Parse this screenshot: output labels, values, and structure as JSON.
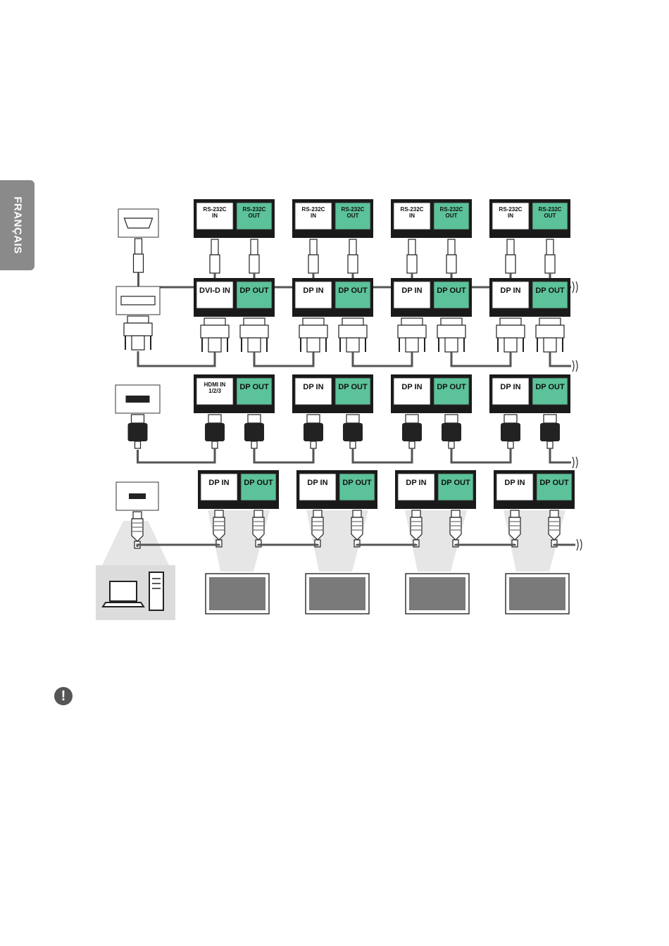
{
  "sidebar": {
    "language_tab": "FRANÇAIS"
  },
  "note": {
    "icon": "exclamation-icon"
  },
  "diagram": {
    "rows": [
      {
        "source_icon": "rs232c-serial-port-icon",
        "first_port": {
          "line1": "RS-232C",
          "line2": "IN"
        },
        "out_port": {
          "line1": "RS-232C",
          "line2": "OUT"
        },
        "in_port": {
          "line1": "RS-232C",
          "line2": "IN"
        }
      },
      {
        "source_icon": "dvi-port-icon",
        "first_port": {
          "line1": "DVI-D IN",
          "line2": ""
        },
        "out_port": {
          "line1": "DP OUT",
          "line2": ""
        },
        "in_port": {
          "line1": "DP IN",
          "line2": ""
        }
      },
      {
        "source_icon": "hdmi-port-icon",
        "first_port": {
          "line1": "HDMI IN",
          "line2": "1/2/3"
        },
        "out_port": {
          "line1": "DP OUT",
          "line2": ""
        },
        "in_port": {
          "line1": "DP IN",
          "line2": ""
        }
      },
      {
        "source_icon": "displayport-port-icon",
        "first_port": {
          "line1": "DP IN",
          "line2": ""
        },
        "out_port": {
          "line1": "DP OUT",
          "line2": ""
        },
        "in_port": {
          "line1": "DP IN",
          "line2": ""
        }
      }
    ],
    "source_device_icons": [
      "laptop-icon",
      "desktop-tower-icon"
    ],
    "monitor_icon": "monitor-icon",
    "colors": {
      "panel": "#1a1a1a",
      "out_port": "#5cc29a",
      "in_port": "#ffffff",
      "cable": "#555555",
      "beam": "#e6e6e6"
    }
  }
}
